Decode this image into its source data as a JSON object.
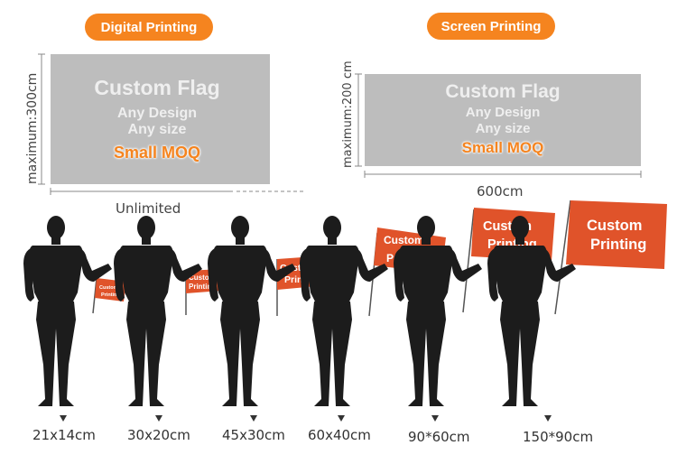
{
  "digital": {
    "badge": "Digital Printing",
    "title": "Custom Flag",
    "line1": "Any Design",
    "line2": "Any size",
    "moq": "Small MOQ",
    "height_label": "maximum:300cm",
    "width_label": "Unlimited"
  },
  "screen": {
    "badge": "Screen Printing",
    "title": "Custom Flag",
    "line1": "Any Design",
    "line2": "Any size",
    "moq": "Small MOQ",
    "height_label": "maximum:200 cm",
    "width_label": "600cm"
  },
  "flag_text": {
    "line1": "Custom",
    "line2": "Printing"
  },
  "sizes": [
    {
      "label": "21x14cm"
    },
    {
      "label": "30x20cm"
    },
    {
      "label": "45x30cm"
    },
    {
      "label": "60x40cm"
    },
    {
      "label": "90*60cm"
    },
    {
      "label": "150*90cm"
    }
  ],
  "colors": {
    "accent": "#f5841f",
    "flag": "#e0532a",
    "panel": "#bdbdbd",
    "figure": "#1c1c1c"
  }
}
